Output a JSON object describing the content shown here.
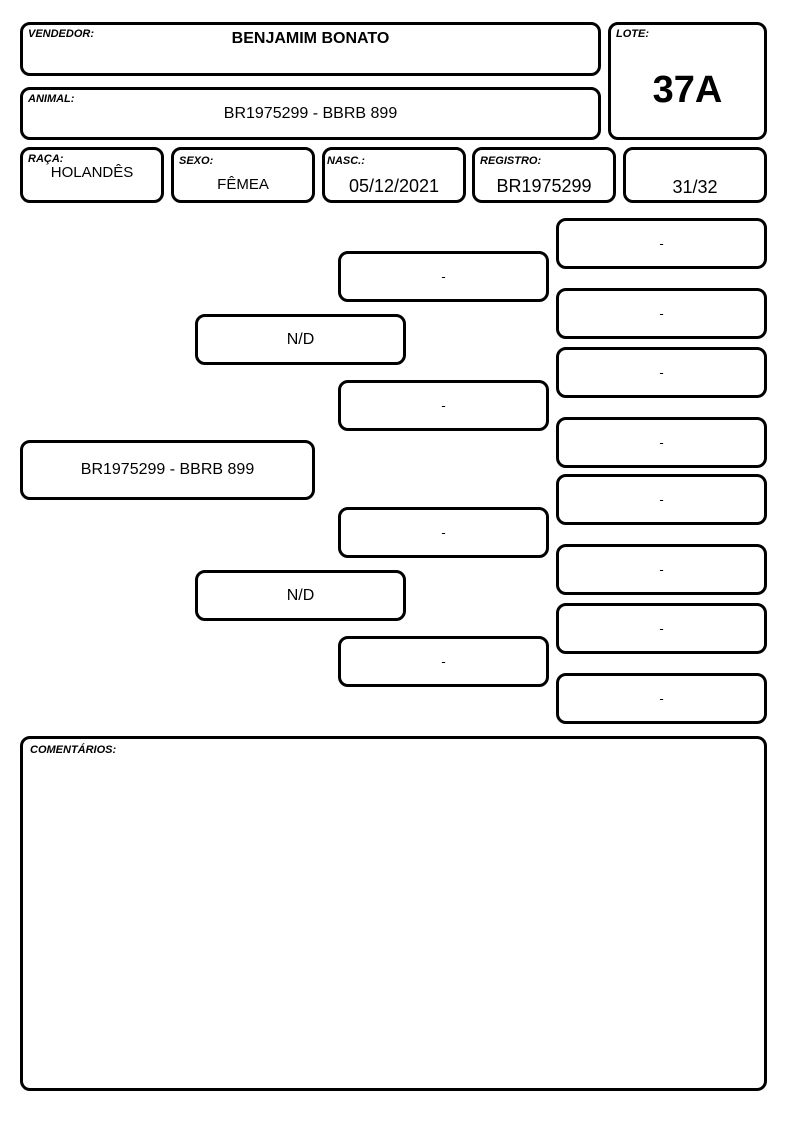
{
  "header": {
    "vendedor_label": "VENDEDOR:",
    "vendedor_value": "BENJAMIM BONATO",
    "lote_label": "LOTE:",
    "lote_value": "37A",
    "animal_label": "ANIMAL:",
    "animal_value": "BR1975299 - BBRB 899"
  },
  "info": {
    "raca_label": "RAÇA:",
    "raca_value": "HOLANDÊS",
    "sexo_label": "SEXO:",
    "sexo_value": "FÊMEA",
    "nasc_label": "NASC.:",
    "nasc_value": "05/12/2021",
    "registro_label": "REGISTRO:",
    "registro_value": "BR1975299",
    "extra_value": "31/32"
  },
  "pedigree": {
    "animal": "BR1975299 - BBRB 899",
    "parents": [
      "N/D",
      "N/D"
    ],
    "grandparents": [
      "-",
      "-",
      "-",
      "-"
    ],
    "great_grandparents": [
      "-",
      "-",
      "-",
      "-",
      "-",
      "-",
      "-",
      "-"
    ]
  },
  "comments": {
    "label": "COMENTÁRIOS:",
    "text": ""
  }
}
